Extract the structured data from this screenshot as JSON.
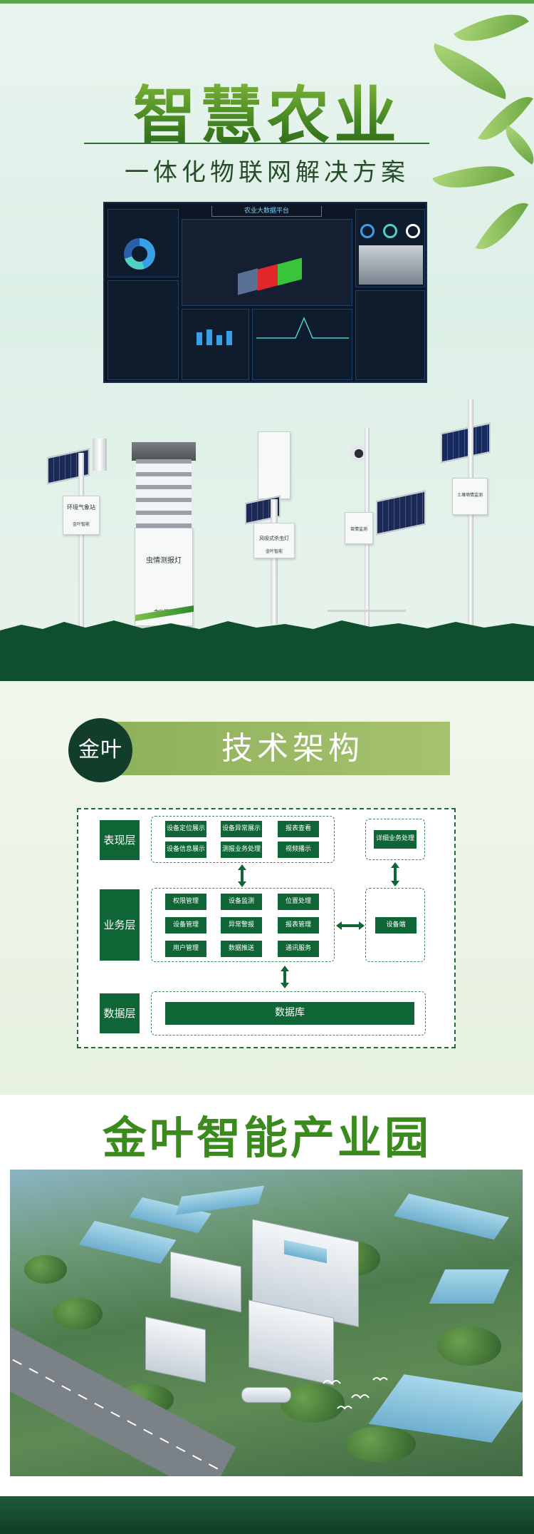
{
  "hero": {
    "title": "智慧农业",
    "subtitle": "一体化物联网解决方案",
    "dashboard_title": "农业大数据平台"
  },
  "devices": [
    {
      "label": "环境气象站",
      "brand": "金叶智能"
    },
    {
      "label": "虫情测报灯",
      "brand": "金叶智能"
    },
    {
      "label": "风吸式杀虫灯",
      "brand": "金叶智能"
    },
    {
      "label": "苗情监测",
      "brand": ""
    },
    {
      "label": "土壤墒情监测",
      "brand": ""
    }
  ],
  "architecture": {
    "badge_circle": "金叶",
    "badge_title": "技术架构",
    "layers": [
      {
        "label": "表现层",
        "cells": [
          "设备定位展示",
          "设备异常展示",
          "报表查看",
          "设备信息展示",
          "测报业务处理",
          "视频播示"
        ],
        "side": "详细业务处理"
      },
      {
        "label": "业务层",
        "cells": [
          "权限管理",
          "设备监测",
          "位置处理",
          "设备管理",
          "异常警报",
          "报表管理",
          "用户管理",
          "数据推送",
          "通讯服务"
        ],
        "side": "设备端"
      },
      {
        "label": "数据层",
        "cells": [
          "数据库"
        ]
      }
    ]
  },
  "park": {
    "title": "金叶智能产业园"
  }
}
